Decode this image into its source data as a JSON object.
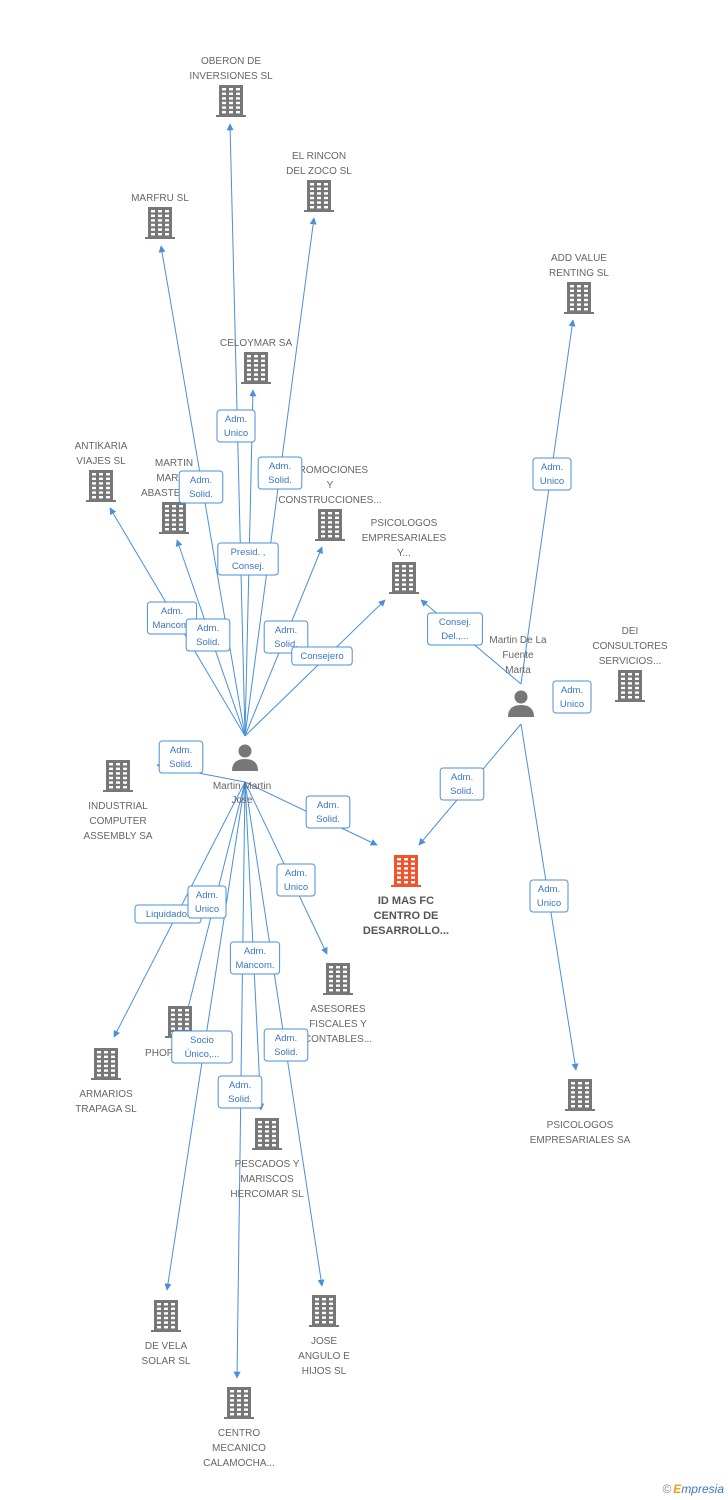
{
  "colors": {
    "edge": "#4a90d9",
    "building": "#777777",
    "building_highlight": "#f0542c",
    "person": "#777777"
  },
  "persons": [
    {
      "id": "p1",
      "lines": [
        "Martin Martin",
        "Jose"
      ],
      "icon": "person-icon"
    },
    {
      "id": "p2",
      "lines": [
        "Martin De La",
        "Fuente",
        "Marta"
      ],
      "icon": "person-icon"
    }
  ],
  "companies": [
    {
      "id": "oberon",
      "lines": [
        "OBERON DE",
        "INVERSIONES SL"
      ]
    },
    {
      "id": "rincon",
      "lines": [
        "EL RINCON",
        "DEL ZOCO SL"
      ]
    },
    {
      "id": "marfru",
      "lines": [
        "MARFRU SL"
      ]
    },
    {
      "id": "celoymar",
      "lines": [
        "CELOYMAR SA"
      ]
    },
    {
      "id": "antikaria",
      "lines": [
        "ANTIKARIA",
        "VIAJES  SL"
      ]
    },
    {
      "id": "martinabast",
      "lines": [
        "MARTIN",
        "MART...",
        "ABASTECIM..."
      ]
    },
    {
      "id": "promociones",
      "lines": [
        "PROMOCIONES",
        "Y",
        "CONSTRUCCIONES..."
      ]
    },
    {
      "id": "psicoy",
      "lines": [
        "PSICOLOGOS",
        "EMPRESARIALES",
        "Y..."
      ]
    },
    {
      "id": "addvalue",
      "lines": [
        "ADD VALUE",
        "RENTING  SL"
      ]
    },
    {
      "id": "dei",
      "lines": [
        "DEI",
        "CONSULTORES",
        "SERVICIOS..."
      ]
    },
    {
      "id": "industrial",
      "lines": [
        "INDUSTRIAL",
        "COMPUTER",
        "ASSEMBLY SA"
      ]
    },
    {
      "id": "idmas",
      "lines": [
        "ID MAS FC",
        "CENTRO DE",
        "DESARROLLO..."
      ],
      "highlight": true
    },
    {
      "id": "asesores",
      "lines": [
        "ASESORES",
        "FISCALES Y",
        "CONTABLES..."
      ]
    },
    {
      "id": "armarios",
      "lines": [
        "ARMARIOS",
        "TRAPAGA SL"
      ]
    },
    {
      "id": "phoph",
      "lines": [
        "PHOPH..."
      ]
    },
    {
      "id": "pescados",
      "lines": [
        "PESCADOS Y",
        "MARISCOS",
        "HERCOMAR SL"
      ]
    },
    {
      "id": "psicosa",
      "lines": [
        "PSICOLOGOS",
        "EMPRESARIALES SA"
      ]
    },
    {
      "id": "devela",
      "lines": [
        "DE VELA",
        "SOLAR SL"
      ]
    },
    {
      "id": "jose",
      "lines": [
        "JOSE",
        "ANGULO E",
        "HIJOS  SL"
      ]
    },
    {
      "id": "centro",
      "lines": [
        "CENTRO",
        "MECANICO",
        "CALAMOCHA..."
      ]
    }
  ],
  "edges": [
    {
      "from": "p1",
      "to": "oberon",
      "role": [
        "Adm.",
        "Unico"
      ]
    },
    {
      "from": "p1",
      "to": "rincon",
      "role": [
        "Adm.",
        "Solid."
      ]
    },
    {
      "from": "p1",
      "to": "marfru",
      "role": [
        "Adm.",
        "Solid."
      ]
    },
    {
      "from": "p1",
      "to": "celoymar",
      "role": [
        "Presid. ,",
        "Consej."
      ]
    },
    {
      "from": "p1",
      "to": "antikaria",
      "role": [
        "Adm.",
        "Mancom."
      ]
    },
    {
      "from": "p1",
      "to": "martinabast",
      "role": [
        "Adm.",
        "Solid."
      ]
    },
    {
      "from": "p1",
      "to": "promociones",
      "role": [
        "Adm.",
        "Solid."
      ]
    },
    {
      "from": "p1",
      "to": "psicoy",
      "role": [
        "Consejero"
      ]
    },
    {
      "from": "p2",
      "to": "psicoy",
      "role": [
        "Consej.",
        "Del.,..."
      ]
    },
    {
      "from": "p2",
      "to": "addvalue",
      "role": [
        "Adm.",
        "Unico"
      ]
    },
    {
      "from": "p2",
      "to": "dei",
      "role": [
        "Adm.",
        "Unico"
      ]
    },
    {
      "from": "p1",
      "to": "industrial",
      "role": [
        "Adm.",
        "Solid."
      ]
    },
    {
      "from": "p1",
      "to": "idmas",
      "role": [
        "Adm.",
        "Solid."
      ]
    },
    {
      "from": "p2",
      "to": "idmas",
      "role": [
        "Adm.",
        "Solid."
      ]
    },
    {
      "from": "p1",
      "to": "asesores",
      "role": [
        "Adm.",
        "Unico"
      ]
    },
    {
      "from": "p1",
      "to": "armarios",
      "role": [
        "Liquidador"
      ]
    },
    {
      "from": "p1",
      "to": "phoph",
      "role": [
        "Adm.",
        "Unico"
      ]
    },
    {
      "from": "p1",
      "to": "pescados",
      "role": [
        "Adm.",
        "Solid."
      ]
    },
    {
      "from": "p2",
      "to": "psicosa",
      "role": [
        "Adm.",
        "Unico"
      ]
    },
    {
      "from": "p1",
      "to": "devela",
      "role": [
        "Socio",
        "Único,..."
      ]
    },
    {
      "from": "p1",
      "to": "jose",
      "role": [
        "Adm.",
        "Solid."
      ]
    },
    {
      "from": "p1",
      "to": "centro",
      "role": [
        "Adm.",
        "Mancom."
      ]
    }
  ],
  "footer": {
    "copyright": "©",
    "brand_initial": "E",
    "brand_rest": "mpresia"
  }
}
